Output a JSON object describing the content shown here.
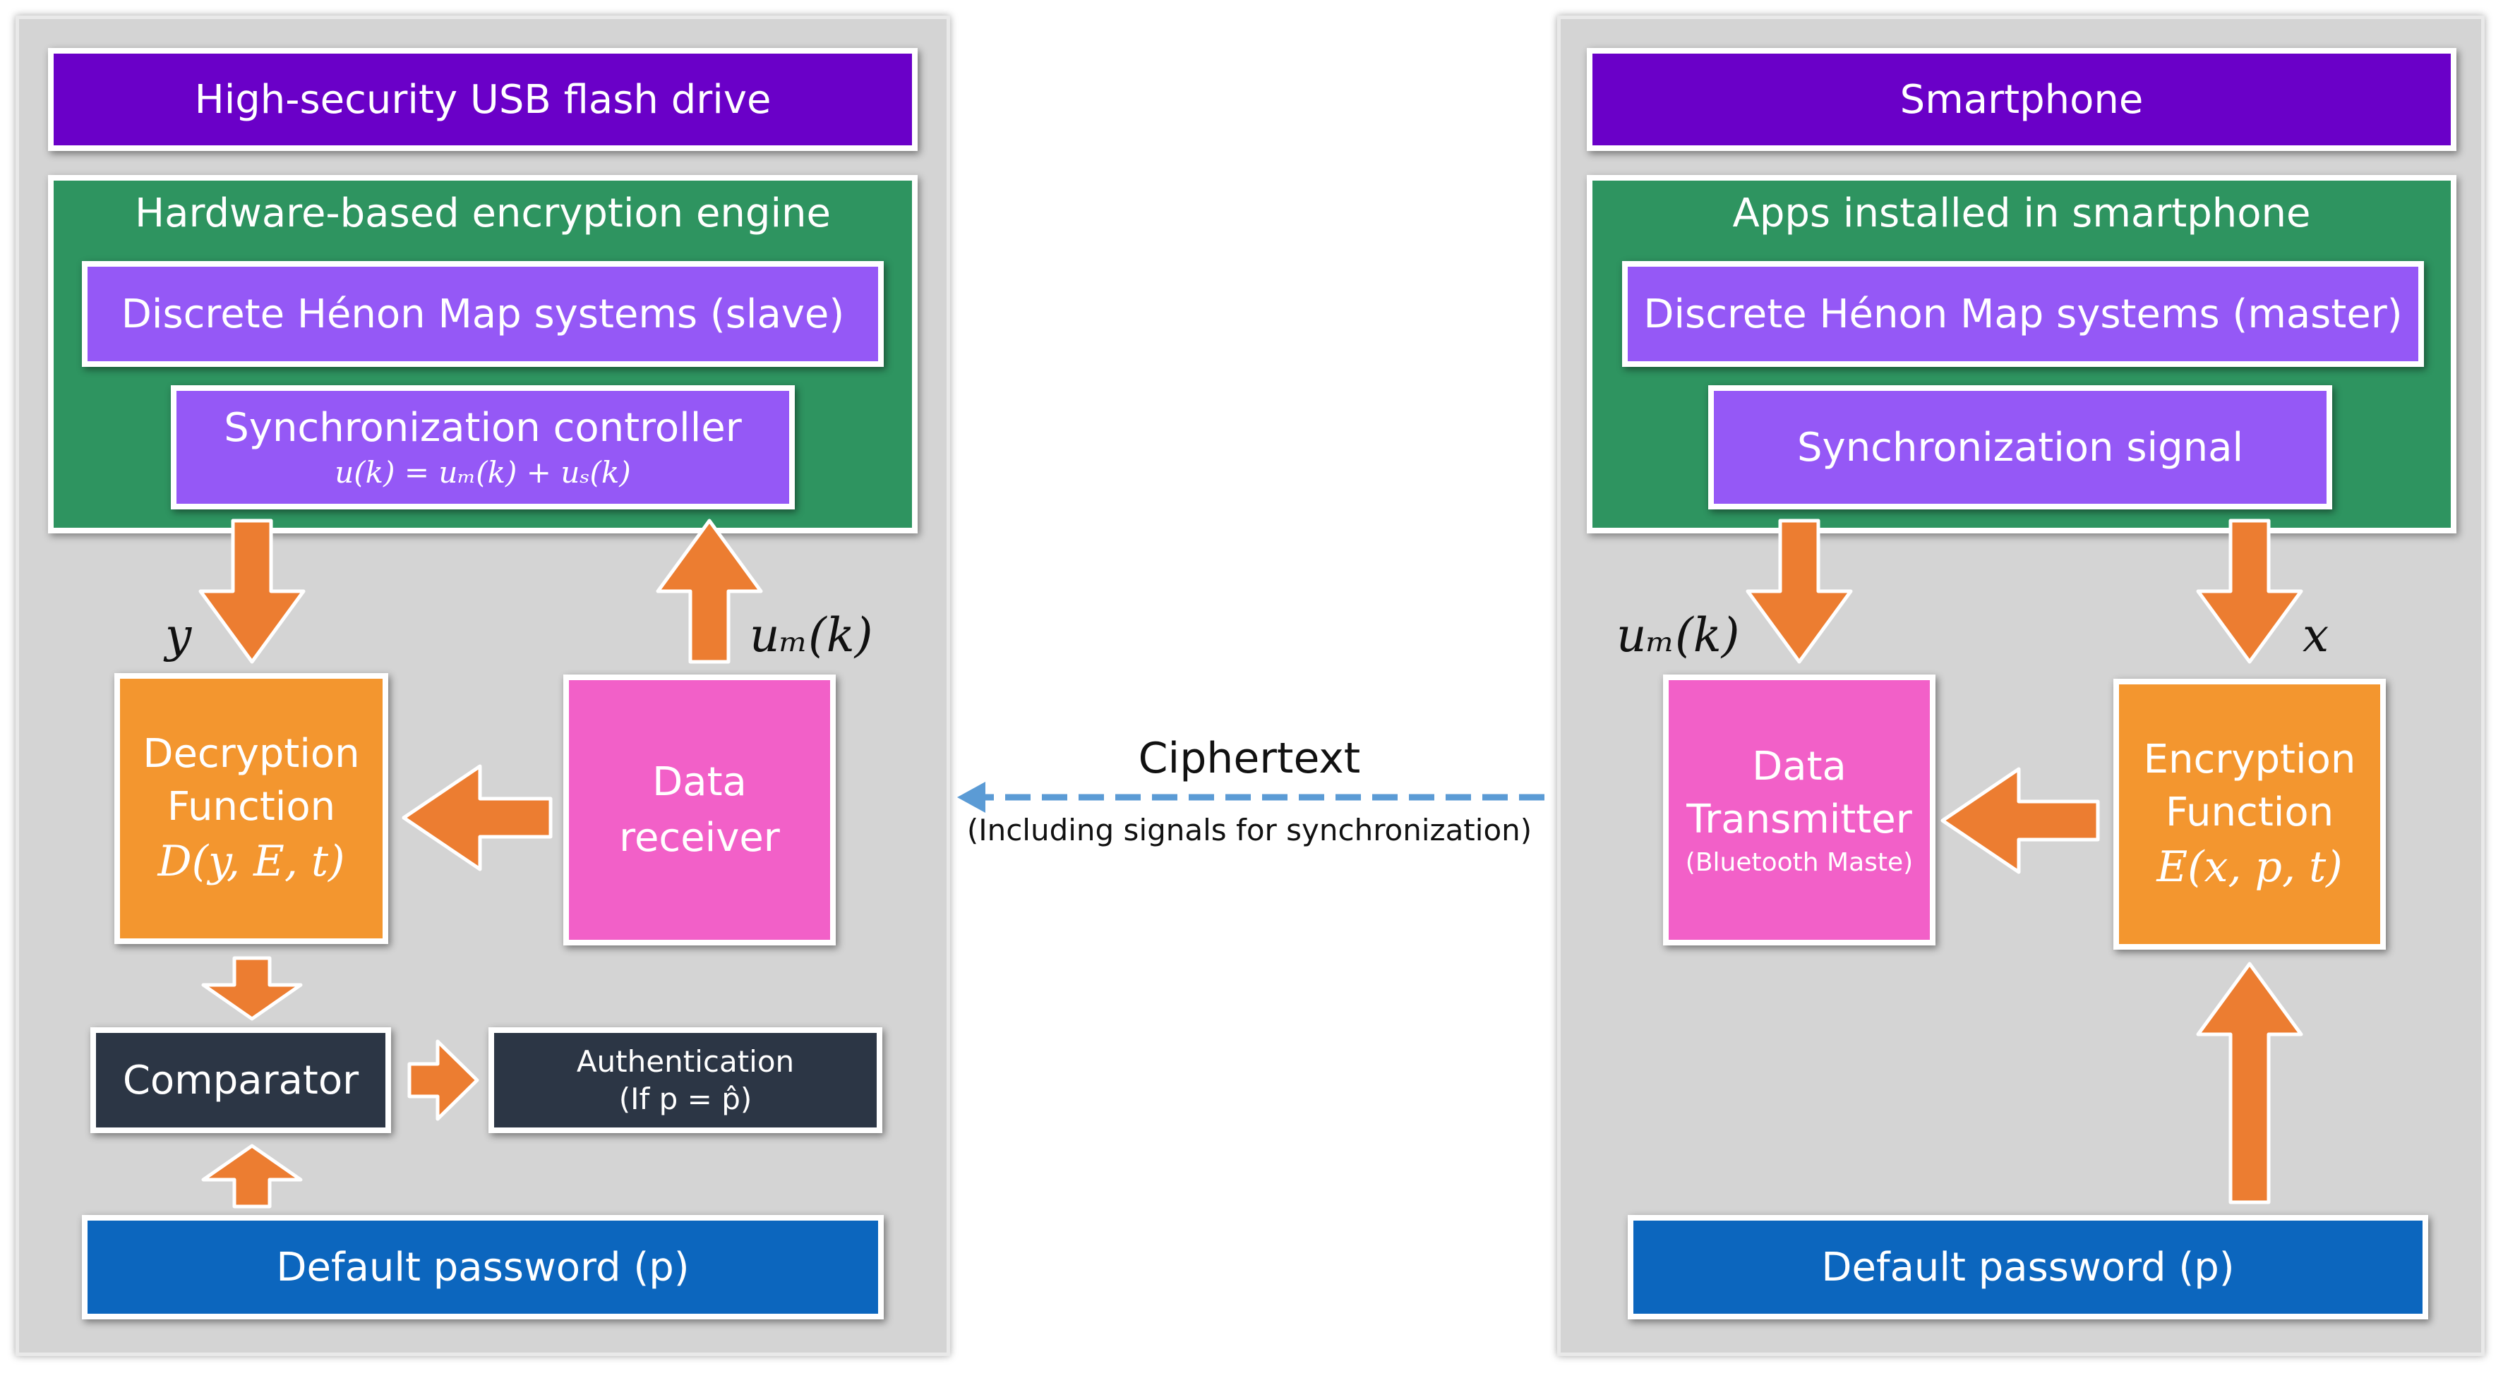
{
  "usb": {
    "title": "High-security USB flash drive",
    "engine_title": "Hardware-based encryption engine",
    "slave_label": "Discrete Hénon Map systems (slave)",
    "sync_controller_label": "Synchronization controller",
    "sync_controller_formula": "u(k) = uₘ(k) + uₛ(k)",
    "y_label": "y",
    "um_label": "uₘ(k)",
    "decryption_line1": "Decryption",
    "decryption_line2": "Function",
    "decryption_formula": "D(y, E, t)",
    "receiver_line1": "Data",
    "receiver_line2": "receiver",
    "comparator_label": "Comparator",
    "auth_line1": "Authentication",
    "auth_line2": "(If p = p̂)",
    "password_label": "Default password (p)"
  },
  "channel": {
    "title": "Ciphertext",
    "subtitle": "(Including signals for synchronization)"
  },
  "phone": {
    "title": "Smartphone",
    "apps_title": "Apps installed in smartphone",
    "master_label": "Discrete Hénon Map systems (master)",
    "sync_signal_label": "Synchronization signal",
    "um_label": "uₘ(k)",
    "x_label": "x",
    "transmitter_line1": "Data",
    "transmitter_line2": "Transmitter",
    "transmitter_line3": "(Bluetooth Maste)",
    "encryption_line1": "Encryption",
    "encryption_line2": "Function",
    "encryption_formula": "E(x, p, t)",
    "password_label": "Default password (p)"
  },
  "colors": {
    "title_purple": "#6a00c8",
    "engine_green": "#2e9460",
    "module_violet": "#9558f6",
    "function_orange": "#f3962f",
    "data_pink": "#f260c8",
    "dark_navy": "#2c3645",
    "password_blue": "#0c66be",
    "arrow_orange": "#ec7d31",
    "ciphertext_dash": "#5b9bd5",
    "panel_gray": "#d4d4d4"
  }
}
